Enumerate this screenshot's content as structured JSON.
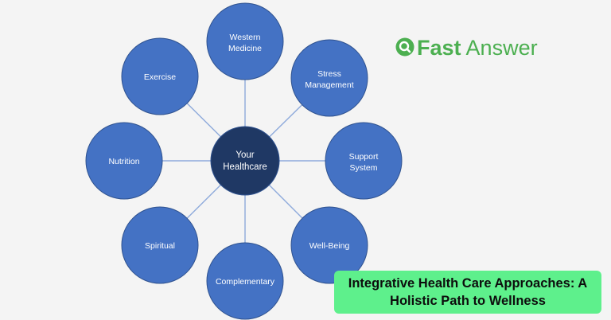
{
  "diagram": {
    "center": {
      "line1": "Your",
      "line2": "Healthcare"
    },
    "nodes": [
      {
        "line1": "Western",
        "line2": "Medicine"
      },
      {
        "line1": "Stress",
        "line2": "Management"
      },
      {
        "line1": "Support",
        "line2": "System"
      },
      {
        "line1": "Well-Being",
        "line2": ""
      },
      {
        "line1": "Complementary",
        "line2": ""
      },
      {
        "line1": "Spiritual",
        "line2": ""
      },
      {
        "line1": "Nutrition",
        "line2": ""
      },
      {
        "line1": "Exercise",
        "line2": ""
      }
    ],
    "colors": {
      "node_fill": "#4472c4",
      "node_stroke": "#2f528f",
      "center_fill": "#1f3864",
      "connector": "#8eaadb"
    }
  },
  "logo": {
    "word1": "Fast",
    "word2": " Answer",
    "icon": "magnifier-icon",
    "color": "#4caf50"
  },
  "banner": {
    "line1": "Integrative Health Care Approaches: A",
    "line2": "Holistic Path to Wellness",
    "color": "#5ef08c"
  }
}
